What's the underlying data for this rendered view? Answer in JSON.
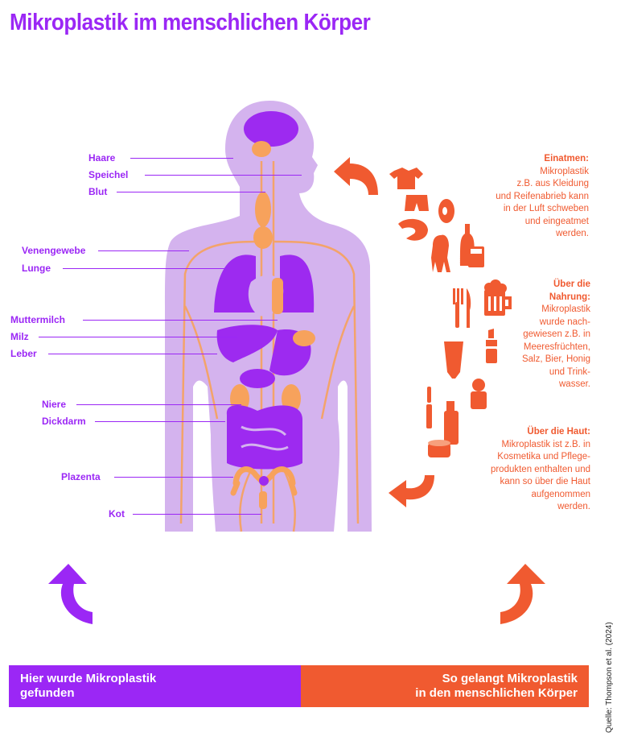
{
  "title": "Mikroplastik im menschlichen Körper",
  "organ_labels": [
    "Haare",
    "Speichel",
    "Blut",
    "Venengewebe",
    "Lunge",
    "Muttermilch",
    "Milz",
    "Leber",
    "Niere",
    "Dickdarm",
    "Plazenta",
    "Kot"
  ],
  "pathways": [
    {
      "heading": "Einatmen:",
      "lines": [
        "Mikroplastik",
        "z.B. aus Kleidung",
        "und Reifenabrieb kann",
        "in der Luft schweben",
        "und eingeatmet",
        "werden."
      ]
    },
    {
      "heading": "Über die",
      "heading2": "Nahrung:",
      "lines": [
        "Mikroplastik",
        "wurde nach-",
        "gewiesen z.B. in",
        "Meeresfrüchten,",
        "Salz, Bier, Honig",
        "und Trink-",
        "wasser."
      ]
    },
    {
      "heading": "Über die Haut:",
      "lines": [
        "Mikroplastik ist z.B. in",
        "Kosmetika und Pflege-",
        "produkten enthalten und",
        "kann so über die Haut",
        "aufgenommen",
        "werden."
      ]
    }
  ],
  "bottom": {
    "left": [
      "Hier wurde Mikroplastik",
      "gefunden"
    ],
    "right": [
      "So gelangt Mikroplastik",
      "in den menschlichen Körper"
    ]
  },
  "source": "Quelle: Thompson et al. (2024)",
  "colors": {
    "purple": "#9b27f5",
    "orange": "#f05a30",
    "lavender": "#d4b3ee",
    "organ_orange": "#f7a25c"
  }
}
